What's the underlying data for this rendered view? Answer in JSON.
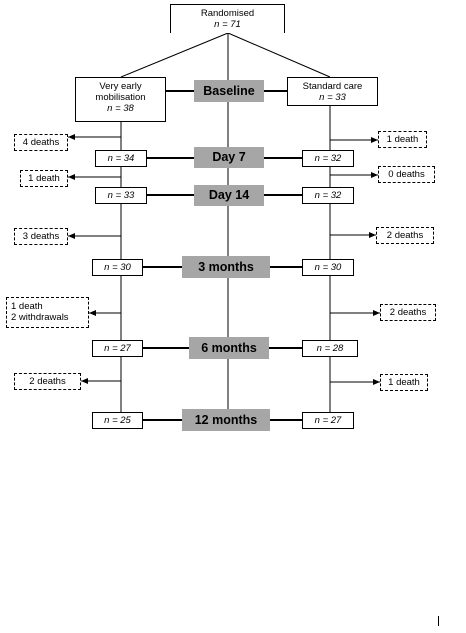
{
  "top": {
    "label": "Randomised",
    "n": "n = 71"
  },
  "arms": {
    "left": {
      "line1": "Very early",
      "line2": "mobilisation",
      "n": "n = 38"
    },
    "right": {
      "line1": "Standard care",
      "n": "n = 33"
    }
  },
  "stages": [
    {
      "label": "Baseline"
    },
    {
      "label": "Day 7",
      "left_n": "n = 34",
      "right_n": "n = 32"
    },
    {
      "label": "Day 14",
      "left_n": "n = 33",
      "right_n": "n = 32"
    },
    {
      "label": "3 months",
      "left_n": "n = 30",
      "right_n": "n = 30"
    },
    {
      "label": "6 months",
      "left_n": "n = 27",
      "right_n": "n = 28"
    },
    {
      "label": "12 months",
      "left_n": "n = 25",
      "right_n": "n = 27"
    }
  ],
  "left_losses": [
    {
      "text": "4 deaths"
    },
    {
      "text": "1 death"
    },
    {
      "text": "3 deaths"
    },
    {
      "line1": "1 death",
      "line2": "2 withdrawals"
    },
    {
      "text": "2 deaths"
    }
  ],
  "right_losses": [
    {
      "text": "1 death"
    },
    {
      "text": "0 deaths"
    },
    {
      "text": "2 deaths"
    },
    {
      "text": "2 deaths"
    },
    {
      "text": "1 death"
    }
  ],
  "colors": {
    "stage_fill": "#a6a6a6",
    "line": "#000000"
  }
}
